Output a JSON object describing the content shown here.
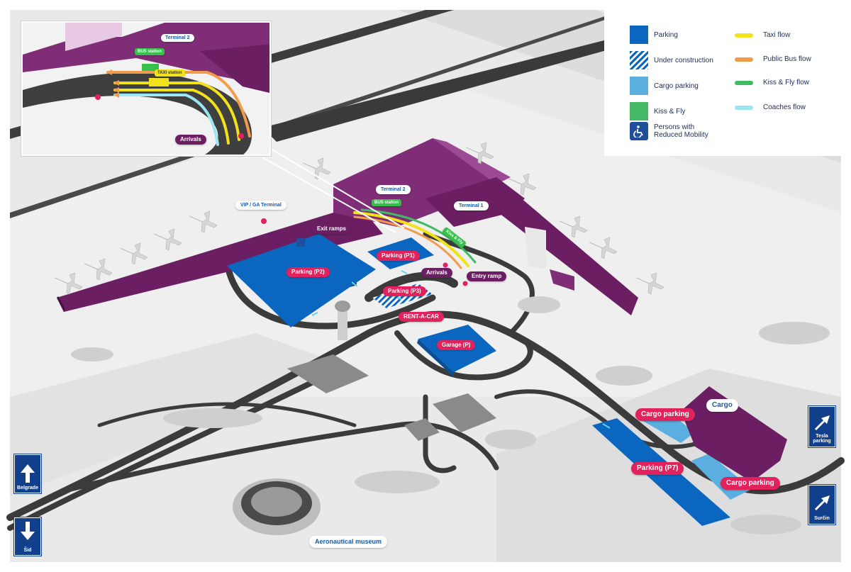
{
  "legend": {
    "parking": "Parking",
    "under_construction": "Under construction",
    "cargo_parking": "Cargo parking",
    "kiss_fly": "Kiss & Fly",
    "prm": "Persons with Reduced Mobility",
    "taxi_flow": "Taxi flow",
    "public_bus_flow": "Public Bus flow",
    "kiss_fly_flow": "Kiss & Fly flow",
    "coaches_flow": "Coaches flow"
  },
  "colors": {
    "parking": "#0b66bf",
    "cargo_parking": "#5aaee0",
    "kiss_fly": "#44b864",
    "prm": "#1f4e9a",
    "taxi": "#f2e21c",
    "bus": "#f29b4b",
    "kissfly_flow": "#3dbd63",
    "coaches": "#9be6f5",
    "terminal": "#6b1f62",
    "road": "#3b3b3b",
    "label_pink": "#e2225c"
  },
  "inset": {
    "terminal2": "Terminal 2",
    "bus_station": "BUS station",
    "taxi_station": "TAXI station",
    "arrivals": "Arrivals"
  },
  "labels": {
    "terminal2": "Terminal 2",
    "terminal1": "Terminal 1",
    "vip_ga": "VIP / GA Terminal",
    "bus_station": "BUS station",
    "kiss_fly": "Kiss & Fly",
    "exit_ramps": "Exit ramps",
    "parking_p1": "Parking (P1)",
    "parking_p2": "Parking (P2)",
    "parking_p3": "Parking (P3)",
    "arrivals": "Arrivals",
    "entry_ramp": "Entry ramp",
    "rent_a_car": "RENT-A-CAR",
    "garage": "Garage (P)",
    "cargo_parking_1": "Cargo parking",
    "cargo_parking_2": "Cargo parking",
    "cargo": "Cargo",
    "parking_p7": "Parking (P7)",
    "aeronautical_museum": "Aeronautical museum"
  },
  "signs": {
    "belgrade": "Belgrade",
    "sid": "Šid",
    "tesla_parking": "Tesla parking",
    "surcin": "Surčin"
  }
}
